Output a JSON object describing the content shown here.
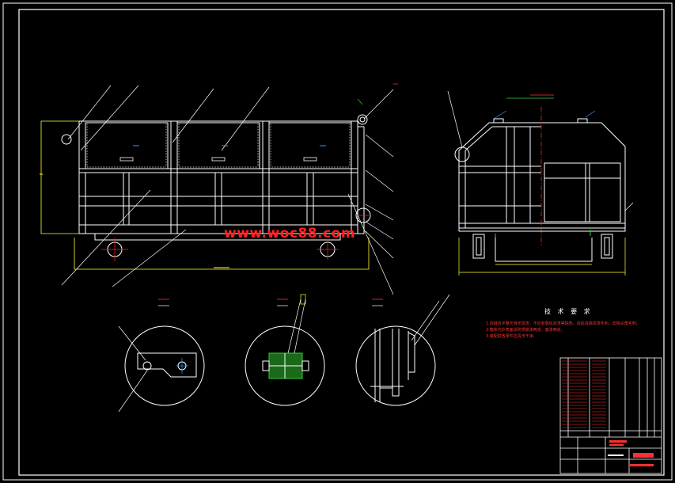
{
  "watermark": {
    "text": "www.woc88.com",
    "color": "#ff2020"
  },
  "technical_requirements": {
    "title": "技 术 要 求",
    "notes": [
      "1.焊缝应平整光滑无焊渣，不应有裂纹夹渣等缺陷，焊后清除焊渣毛刺，去除尖角毛刺。",
      "2.箱体内外表面涂防锈底漆两道，面漆两道。",
      "3.装配前各零件应清洗干净。"
    ]
  },
  "colors": {
    "background": "#000000",
    "line": "#ffffff",
    "leader": "#ffffff",
    "centerline": "#ff2020",
    "dimension": "#ffff33",
    "hatch": "#33cc33",
    "tag": "#3399ff",
    "table_text": "#ff3030"
  }
}
